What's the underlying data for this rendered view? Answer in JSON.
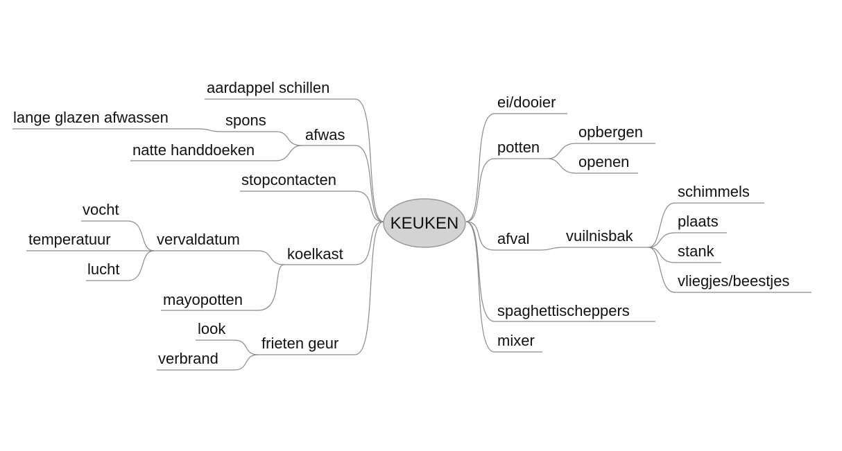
{
  "center": {
    "label": "KEUKEN",
    "fill": "#d3d3d3"
  },
  "left": {
    "aardappel": "aardappel schillen",
    "afwas": {
      "label": "afwas",
      "lange_glazen": "lange glazen afwassen",
      "spons": "spons",
      "natte_handdoeken": "natte handdoeken"
    },
    "stopcontacten": "stopcontacten",
    "koelkast": {
      "label": "koelkast",
      "vervaldatum": {
        "label": "vervaldatum",
        "vocht": "vocht",
        "temperatuur": "temperatuur",
        "lucht": "lucht"
      },
      "mayopotten": "mayopotten"
    },
    "frieten_geur": {
      "label": "frieten geur",
      "look": "look",
      "verbrand": "verbrand"
    }
  },
  "right": {
    "ei_dooier": "ei/dooier",
    "potten": {
      "label": "potten",
      "opbergen": "opbergen",
      "openen": "openen"
    },
    "afval": {
      "label": "afval",
      "vuilnisbak": {
        "label": "vuilnisbak",
        "schimmels": "schimmels",
        "plaats": "plaats",
        "stank": "stank",
        "vliegjes": "vliegjes/beestjes"
      }
    },
    "spaghettischeppers": "spaghettischeppers",
    "mixer": "mixer"
  }
}
